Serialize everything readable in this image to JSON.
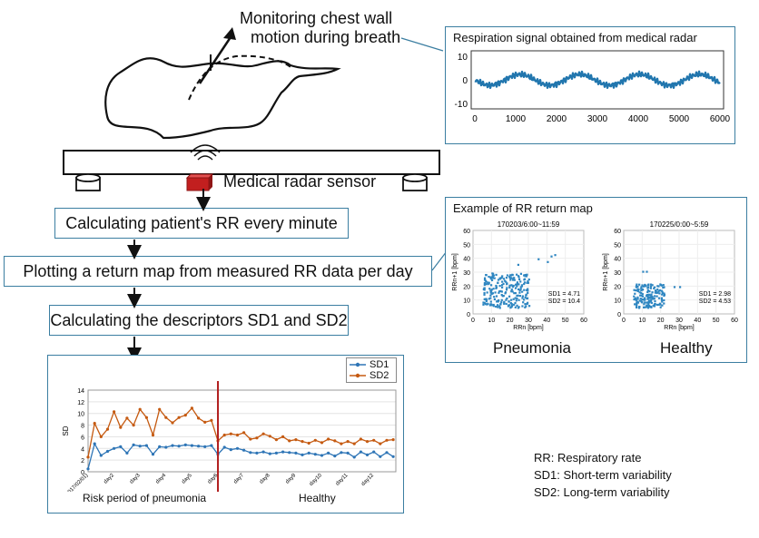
{
  "annotation": {
    "monitoring": [
      "Monitoring chest wall",
      "motion during breath"
    ]
  },
  "sensor_label": "Medical radar sensor",
  "steps": [
    "Calculating patient's RR every minute",
    "Plotting a return map from measured RR data per day",
    "Calculating the descriptors SD1 and SD2"
  ],
  "radar_panel": {
    "title": "Respiration signal obtained from medical radar",
    "y_ticks": [
      "10",
      "0",
      "-10"
    ],
    "x_ticks": [
      "0",
      "1000",
      "2000",
      "3000",
      "4000",
      "5000",
      "6000"
    ]
  },
  "return_map_panel": {
    "title": "Example of RR return map",
    "maps": [
      {
        "subtitle": "170203/6:00~11:59",
        "caption": "Pneumonia",
        "sd1": "SD1 = 4.71",
        "sd2": "SD2 = 10.4"
      },
      {
        "subtitle": "170225/0:00~5:59",
        "caption": "Healthy",
        "sd1": "SD1 = 2.98",
        "sd2": "SD2 = 4.53"
      }
    ],
    "y_ticks": [
      "60",
      "50",
      "40",
      "30",
      "20",
      "10",
      "0"
    ],
    "x_ticks": [
      "0",
      "10",
      "20",
      "30",
      "40",
      "50",
      "60"
    ],
    "xlabel": "RRn [bpm]",
    "ylabel": "RRn+1 [bpm]"
  },
  "chart_data": {
    "type": "line",
    "ylabel": "SD",
    "ylim": [
      0,
      14
    ],
    "y_ticks": [
      "14",
      "12",
      "10",
      "8",
      "6",
      "4",
      "2",
      "0"
    ],
    "x_ticks": [
      "day 1(2017/02/01)",
      "day2",
      "day3",
      "day4",
      "day5",
      "day6",
      "day7",
      "day8",
      "day9",
      "day10",
      "day11",
      "day12"
    ],
    "legend": [
      "SD1",
      "SD2"
    ],
    "regions": [
      "Risk period of pneumonia",
      "Healthy"
    ],
    "divider_day": 6,
    "colors": {
      "SD1": "#2e75b6",
      "SD2": "#c55a11",
      "divider": "#b11d1d"
    },
    "x": [
      1,
      1.25,
      1.5,
      1.75,
      2,
      2.25,
      2.5,
      2.75,
      3,
      3.25,
      3.5,
      3.75,
      4,
      4.25,
      4.5,
      4.75,
      5,
      5.25,
      5.5,
      5.75,
      6,
      6.25,
      6.5,
      6.75,
      7,
      7.25,
      7.5,
      7.75,
      8,
      8.25,
      8.5,
      8.75,
      9,
      9.25,
      9.5,
      9.75,
      10,
      10.25,
      10.5,
      10.75,
      11,
      11.25,
      11.5,
      11.75,
      12,
      12.25,
      12.5,
      12.75
    ],
    "series": [
      {
        "name": "SD1",
        "values": [
          0.5,
          4.8,
          2.8,
          3.5,
          4,
          4.3,
          3.2,
          4.6,
          4.4,
          4.5,
          3,
          4.3,
          4.2,
          4.5,
          4.4,
          4.6,
          4.5,
          4.4,
          4.3,
          4.5,
          3,
          4.2,
          3.8,
          4,
          3.7,
          3.3,
          3.2,
          3.4,
          3.1,
          3.2,
          3.4,
          3.3,
          3.2,
          2.9,
          3.2,
          3,
          2.8,
          3.2,
          2.7,
          3.3,
          3.2,
          2.5,
          3.4,
          2.9,
          3.4,
          2.6,
          3.3,
          2.6
        ]
      },
      {
        "name": "SD2",
        "values": [
          2.5,
          8.3,
          6,
          7.3,
          10.3,
          7.6,
          9.2,
          8,
          10.7,
          9.3,
          6.3,
          10.7,
          9.3,
          8.4,
          9.3,
          9.7,
          10.9,
          9.2,
          8.5,
          8.8,
          5.3,
          6.3,
          6.5,
          6.3,
          6.7,
          5.6,
          5.8,
          6.5,
          6.1,
          5.5,
          6,
          5.3,
          5.5,
          5.2,
          4.9,
          5.4,
          5,
          5.6,
          5.3,
          4.8,
          5.2,
          4.8,
          5.6,
          5.2,
          5.4,
          4.8,
          5.4,
          5.5
        ]
      }
    ]
  },
  "definitions": [
    "RR: Respiratory rate",
    "SD1: Short-term variability",
    "SD2: Long-term variability"
  ]
}
